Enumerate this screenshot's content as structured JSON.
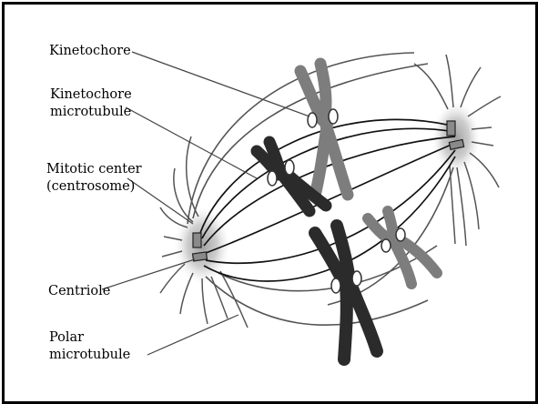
{
  "labels": {
    "kinetochore": "Kinetochore",
    "kinetochore_microtubule": [
      "Kinetochore",
      "microtubule"
    ],
    "mitotic_center": [
      "Mitotic center",
      "(centrosome)"
    ],
    "centriole": "Centriole",
    "polar_microtubule": [
      "Polar",
      "microtubule"
    ]
  },
  "colors": {
    "border": "#000000",
    "dark_chromosome": "#2b2b2b",
    "light_chromosome": "#7d7d7d",
    "centrosome_glow": "#b9b9b9"
  }
}
